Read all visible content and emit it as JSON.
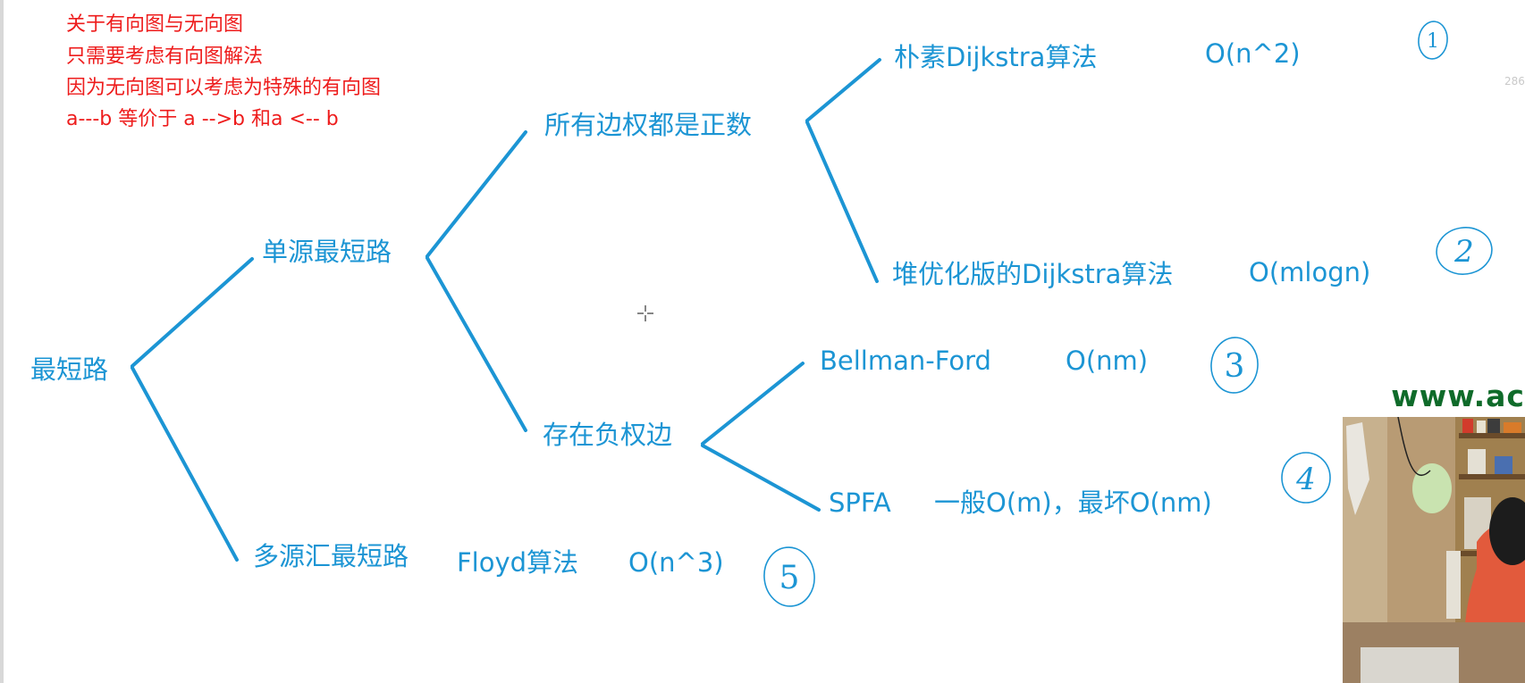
{
  "notes": [
    "关于有向图与无向图",
    "只需要考虑有向图解法",
    "因为无向图可以考虑为特殊的有向图",
    "a---b   等价于  a -->b 和a <-- b"
  ],
  "tree": {
    "root": "最短路",
    "single_source": "单源最短路",
    "all_positive": "所有边权都是正数",
    "negative_edges": "存在负权边",
    "multi_source": "多源汇最短路",
    "naive_dijkstra": "朴素Dijkstra算法",
    "naive_dijkstra_complexity": "O(n^2)",
    "heap_dijkstra": "堆优化版的Dijkstra算法",
    "heap_dijkstra_complexity": "O(mlogn)",
    "bellman_ford": "Bellman-Ford",
    "bellman_ford_complexity": "O(nm)",
    "spfa": "SPFA",
    "spfa_complexity": "一般O(m)，最坏O(nm)",
    "floyd": "Floyd算法",
    "floyd_complexity": "O(n^3)"
  },
  "markers": [
    "1",
    "2",
    "3",
    "4",
    "5"
  ],
  "watermark": "www.ac",
  "stray_text": "286",
  "colors": {
    "note": "#ee1c1c",
    "tree": "#1c95d4",
    "watermark": "#0f6b2a"
  }
}
